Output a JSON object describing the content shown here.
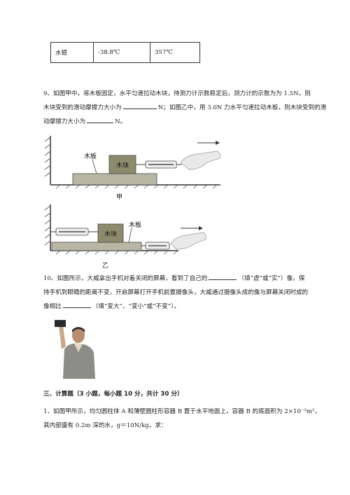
{
  "table": {
    "cells": [
      "水银",
      "-38.8℃",
      "357℃"
    ]
  },
  "q9": {
    "line1": "9、如图甲中，将木板固定，水平匀速拉动木块，待测力计示数稳定后，测力计的示数为为 1.5N，则",
    "line2a": "木块受到的滑动摩擦力大小为",
    "line2b": "N；如图乙中，用 3.0N 力水平匀速拉动木板，则木块受到的滑",
    "line3a": "动摩擦力大小为",
    "line3b": "N。"
  },
  "fig_jia": {
    "board": "木板",
    "block": "木块",
    "caption": "甲"
  },
  "fig_yi": {
    "board": "木板",
    "block": "木块",
    "caption": "乙"
  },
  "q10": {
    "line1a": "10、如图所示，大威拿出手机对着关闭的屏幕，看到了自己的",
    "line1b": "（填“虚”或“实”）像，保",
    "line2": "持手机到眼睛的距离不变，开启屏幕打开手机前置摄像头，大威通过摄像头成的像与屏幕关闭时成的",
    "line3a": "像相比",
    "line3b": "（填“变大”、“变小”或“不变”）。"
  },
  "section3": {
    "title": "三、计算题（3 小题，每小题 10 分，共计 30 分）"
  },
  "q1": {
    "line1": "1、如图甲所示，均匀圆柱体 A 和薄壁圆柱形容器 B 置于水平地面上，容器 B 的底面积为 2×10⁻²m²，",
    "line2": "其内部盛有 0.2m 深的水，g＝10N/kg，求："
  }
}
